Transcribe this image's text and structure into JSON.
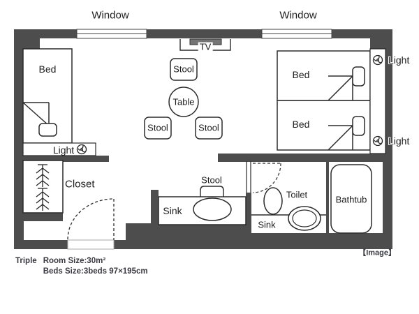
{
  "labels": {
    "window_left": "Window",
    "window_right": "Window",
    "tv": "TV",
    "bed_left": "Bed",
    "bed_top_right": "Bed",
    "bed_bottom_right": "Bed",
    "stool_top": "Stool",
    "stool_left": "Stool",
    "stool_right": "Stool",
    "stool_sink": "Stool",
    "table": "Table",
    "light_left": "Light",
    "light_right_top": "Light",
    "light_right_bottom": "Light",
    "closet": "Closet",
    "sink_main": "Sink",
    "sink_bath": "Sink",
    "toilet": "Toilet",
    "bathtub": "Bathtub",
    "image_tag": "【Image】"
  },
  "caption": {
    "room_type": "Triple",
    "room_size": "Room Size:30m²",
    "beds_size": "Beds Size:3beds 97×195cm"
  },
  "colors": {
    "wall": "#4d4d4d",
    "line": "#2b2b2b",
    "text": "#1d1d1d",
    "caption_text": "#3a3a42",
    "tv_fill": "#757575"
  }
}
